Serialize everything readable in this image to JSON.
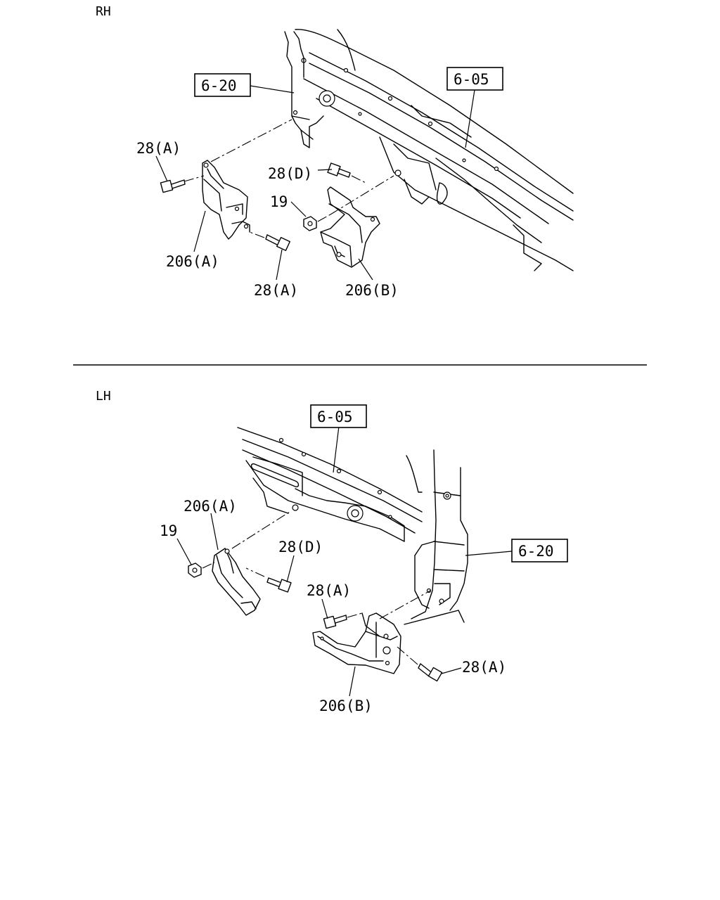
{
  "sections": {
    "rh": "RH",
    "lh": "LH"
  },
  "rh": {
    "ref_frame": "6-05",
    "ref_bracket": "6-20",
    "bolt_a_upper": "28(A)",
    "bolt_d": "28(D)",
    "nut": "19",
    "bracket_a": "206(A)",
    "bolt_a_lower": "28(A)",
    "bracket_b": "206(B)"
  },
  "lh": {
    "ref_frame": "6-05",
    "ref_bracket": "6-20",
    "bracket_a": "206(A)",
    "nut": "19",
    "bolt_d": "28(D)",
    "bolt_a_upper": "28(A)",
    "bolt_a_lower": "28(A)",
    "bracket_b": "206(B)"
  }
}
